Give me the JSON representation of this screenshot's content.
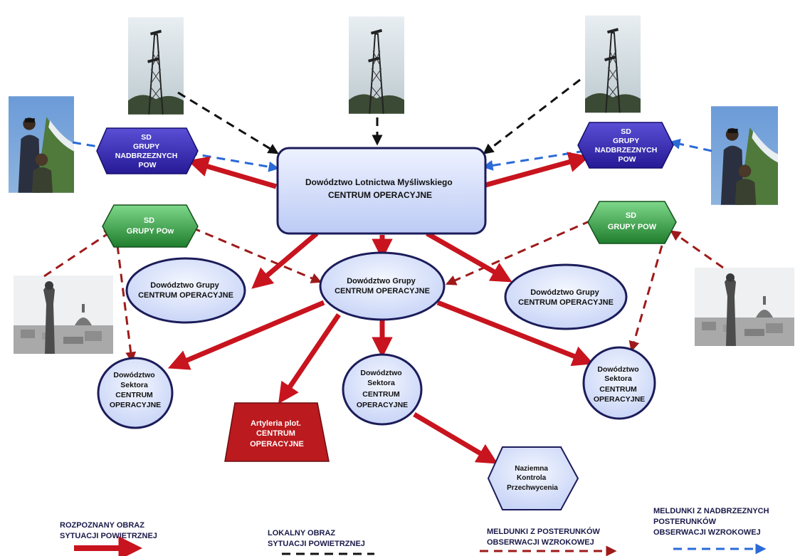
{
  "nodes": {
    "main_command": [
      "Dowództwo Lotnictwa Myśliwskiego",
      "CENTRUM OPERACYJNE"
    ],
    "group_center": [
      "Dowództwo Grupy",
      "CENTRUM OPERACYJNE"
    ],
    "group_left": [
      "Dowództwo Grupy",
      "CENTRUM OPERACYJNE"
    ],
    "group_right": [
      "Dowództwo Grupy",
      "CENTRUM OPERACYJNE"
    ],
    "sector_left": [
      "Dowództwo",
      "Sektora",
      "CENTRUM",
      "OPERACYJNE"
    ],
    "sector_center": [
      "Dowództwo",
      "Sektora",
      "CENTRUM",
      "OPERACYJNE"
    ],
    "sector_right": [
      "Dowództwo",
      "Sektora",
      "CENTRUM",
      "OPERACYJNE"
    ],
    "artillery": [
      "Artyleria plot.",
      "CENTRUM",
      "OPERACYJNE"
    ],
    "ground_control": [
      "Naziemna",
      "Kontrola",
      "Przechwycenia"
    ],
    "sd_coastal_left": [
      "SD",
      "GRUPY",
      "NADBRZEZNYCH",
      "POW"
    ],
    "sd_coastal_right": [
      "SD",
      "GRUPY",
      "NADBRZEZNYCH",
      "POW"
    ],
    "sd_pow_left": [
      "SD",
      "GRUPY  POw"
    ],
    "sd_pow_right": [
      "SD",
      "GRUPY  POW"
    ]
  },
  "legend": {
    "recognized": [
      "ROZPOZNANY OBRAZ",
      "SYTUACJI POWIETRZNEJ"
    ],
    "local": [
      "LOKALNY OBRAZ",
      "SYTUACJI POWIETRZNEJ"
    ],
    "observation_reports": [
      "MELDUNKI Z POSTERUNKÓW",
      "OBSERWACJI WZROKOWEJ"
    ],
    "coastal_reports": [
      "MELDUNKI Z NADBRZEZNYCH",
      "POSTERUNKÓW",
      "OBSERWACJI WZROKOWEJ"
    ]
  },
  "colors": {
    "recognized_arrow": "#c8141e",
    "local_arrow": "#111111",
    "observation_arrow": "#9e1a1a",
    "coastal_arrow": "#2a6ad8",
    "oval_fill": "#dfe6fb",
    "oval_stroke": "#1c1c5a",
    "coastal_hex": "#3a2cb0",
    "pow_hex": "#2f9e3c",
    "artillery": "#bb1a1e"
  },
  "photos": {
    "radar_tower": "radar-tower-photo",
    "coastal_observer": "coastal-observer-photo",
    "city_observer": "city-observer-photo"
  }
}
